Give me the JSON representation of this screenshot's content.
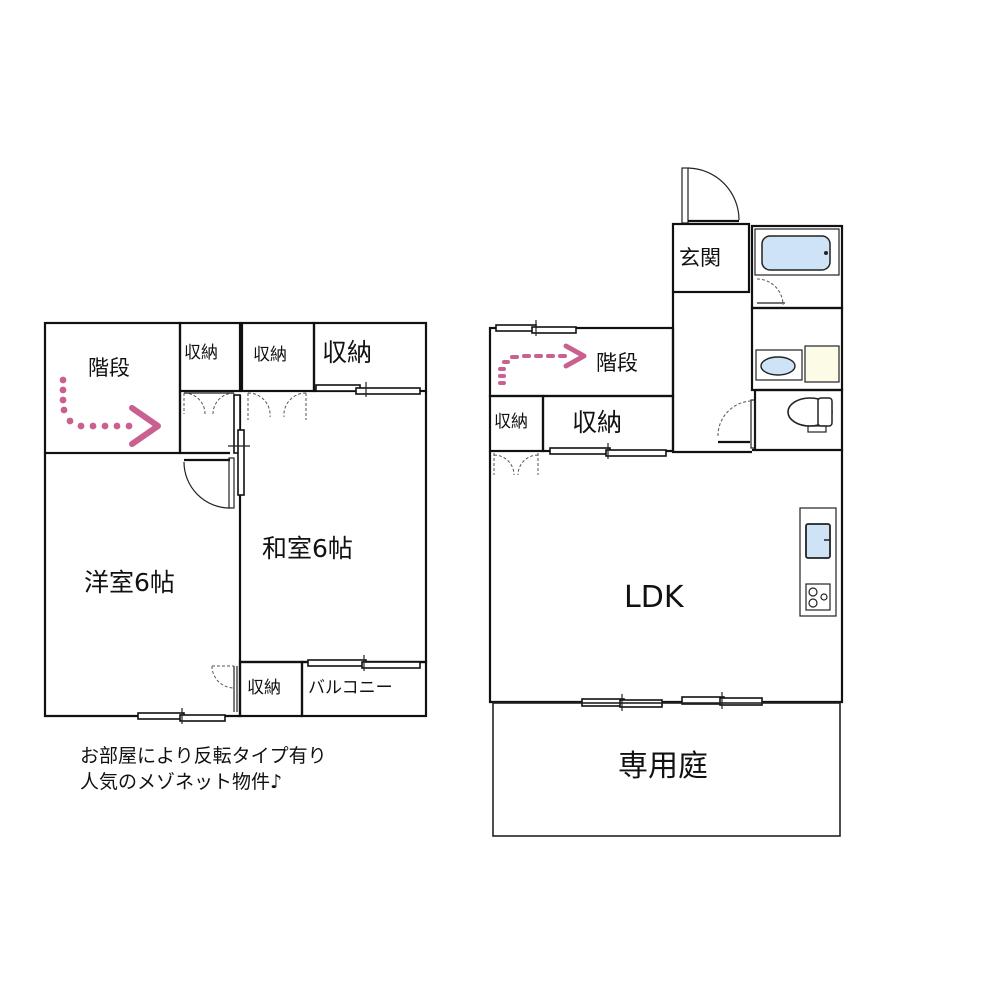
{
  "floor_2": {
    "rooms": {
      "stairs": "階段",
      "storage_1": "収納",
      "storage_2": "収納",
      "storage_3": "収納",
      "western_room": "洋室6帖",
      "japanese_room": "和室6帖",
      "storage_4": "収納",
      "balcony": "バルコニー"
    }
  },
  "floor_1": {
    "rooms": {
      "entrance": "玄関",
      "stairs": "階段",
      "storage_small": "収納",
      "storage_large": "収納",
      "ldk": "LDK",
      "private_garden": "専用庭"
    }
  },
  "note": {
    "line1": "お部屋により反転タイプ有り",
    "line2": "人気のメゾネット物件♪"
  },
  "colors": {
    "arrow": "#c9608f",
    "fixture_blue": "#cfe3f7",
    "fixture_cream": "#fbfbe6",
    "wall": "#111111"
  }
}
